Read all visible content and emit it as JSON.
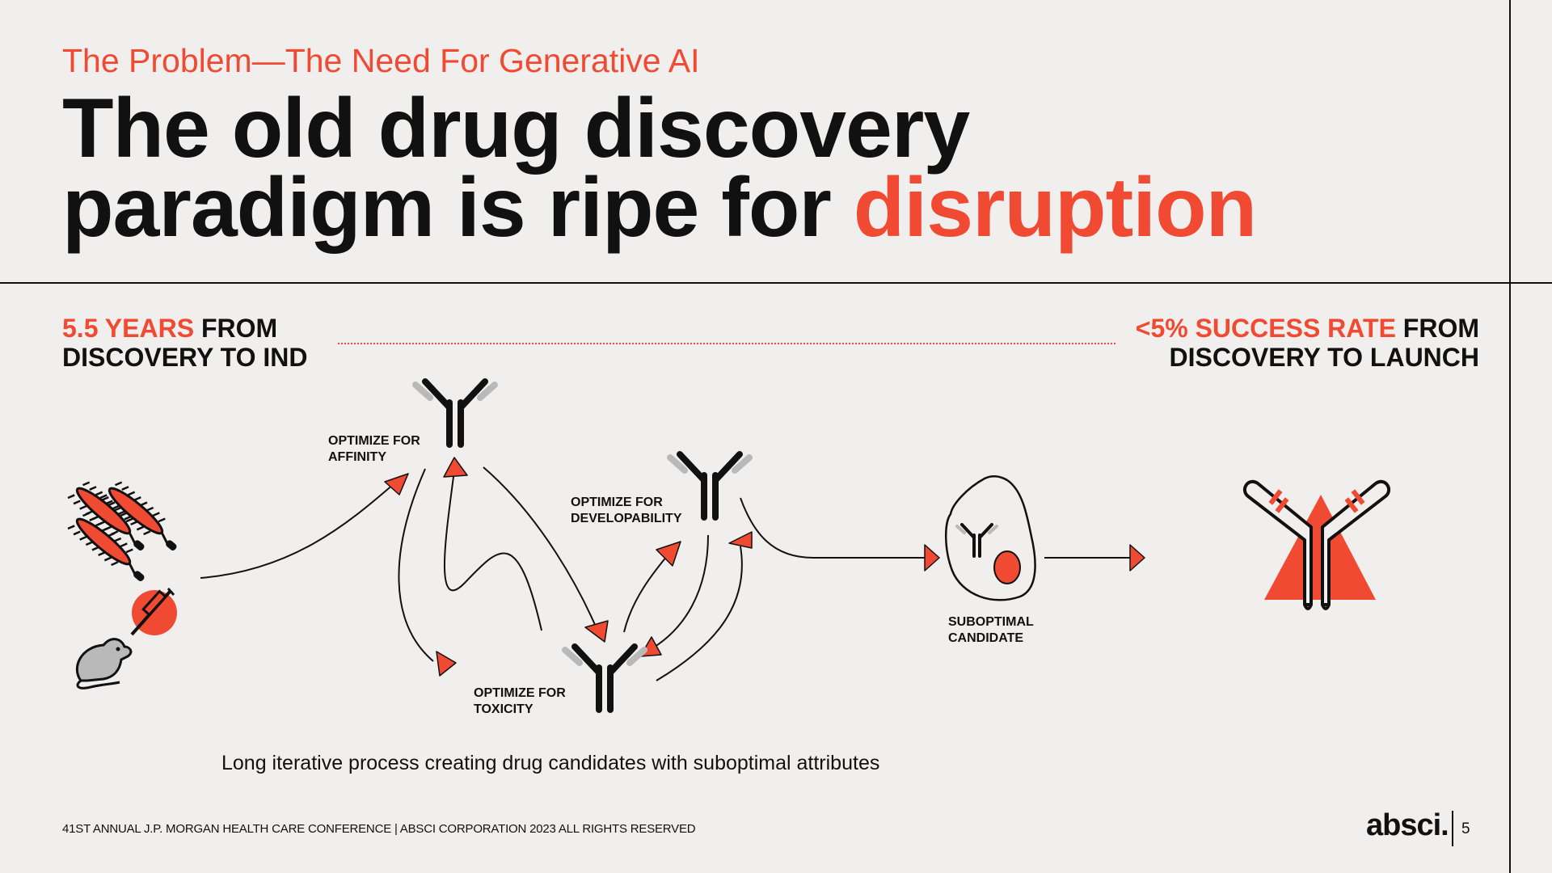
{
  "header": {
    "eyebrow": "The Problem—The Need For Generative AI",
    "title_line1": "The old drug discovery",
    "title_line2_prefix": "paradigm is ripe for ",
    "title_line2_accent": "disruption"
  },
  "stats": {
    "left_highlight": "5.5 YEARS",
    "left_rest1": " FROM",
    "left_line2": "DISCOVERY TO IND",
    "right_highlight": "<5% SUCCESS RATE",
    "right_rest1": " FROM",
    "right_line2": "DISCOVERY TO LAUNCH"
  },
  "diagram": {
    "affinity": [
      "OPTIMIZE FOR",
      "AFFINITY"
    ],
    "developability": [
      "OPTIMIZE FOR",
      "DEVELOPABILITY"
    ],
    "toxicity": [
      "OPTIMIZE FOR",
      "TOXICITY"
    ],
    "suboptimal": [
      "SUBOPTIMAL",
      "CANDIDATE"
    ]
  },
  "caption": "Long iterative process creating drug candidates with suboptimal attributes",
  "footer": {
    "text": "41ST ANNUAL J.P. MORGAN HEALTH CARE CONFERENCE | ABSCI CORPORATION 2023 ALL RIGHTS RESERVED",
    "brand": "absci.",
    "page": "5"
  },
  "colors": {
    "accent": "#f04a32",
    "ink": "#111111",
    "background": "#f0efed",
    "grey": "#b9b9b9"
  },
  "icons": [
    "bacteria-icon",
    "syringe-icon",
    "mouse-icon",
    "antibody-icon",
    "cell-icon",
    "antibody-triangle-icon"
  ]
}
